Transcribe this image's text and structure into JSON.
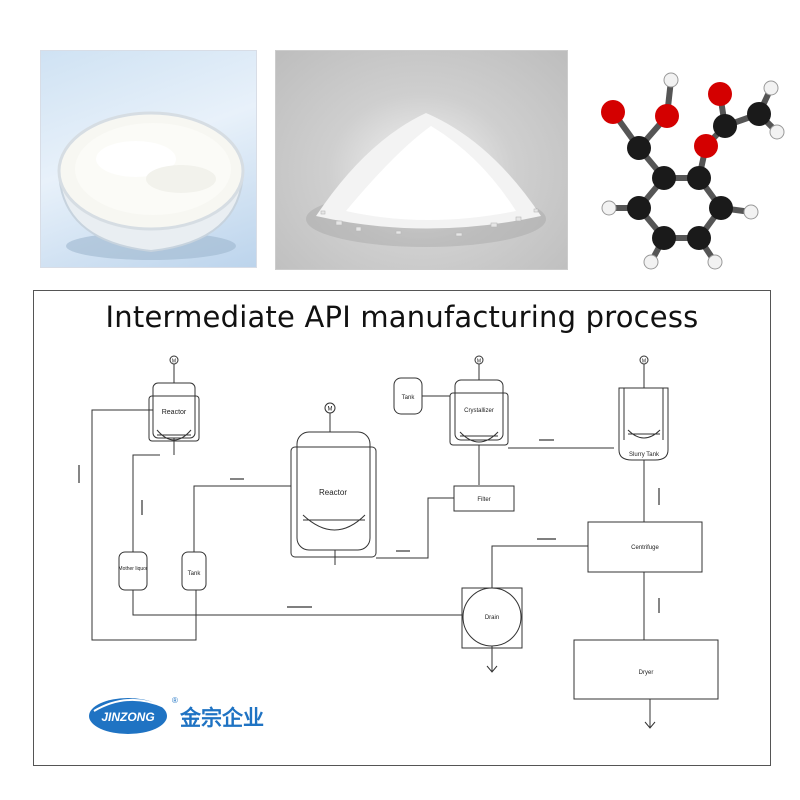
{
  "diagram_title": "Intermediate API manufacturing process",
  "equipment": {
    "motor": "M",
    "reactor_small": "Reactor",
    "reactor_main": "Reactor",
    "tank_top": "Tank",
    "crystallizer": "Crystallizer",
    "slurry_tank": "Slurry Tank",
    "filter": "Filter",
    "mother_liquor": "Mother liquor",
    "tank_small": "Tank",
    "centrifuge": "Centrifuge",
    "drain": "Drain",
    "dryer": "Dryer"
  },
  "logo": {
    "brand_en": "JINZONG",
    "brand_cn": "金宗企业",
    "registered": "®"
  },
  "colors": {
    "line": "#333333",
    "logo_blue": "#1f73c3",
    "molecule_carbon": "#1a1a1a",
    "molecule_oxygen": "#d40000",
    "molecule_hydrogen": "#f2f2f2"
  },
  "icons": [
    "powder-dish-photo",
    "crystal-pile-photo",
    "molecule-model-image",
    "down-arrow-icon"
  ]
}
